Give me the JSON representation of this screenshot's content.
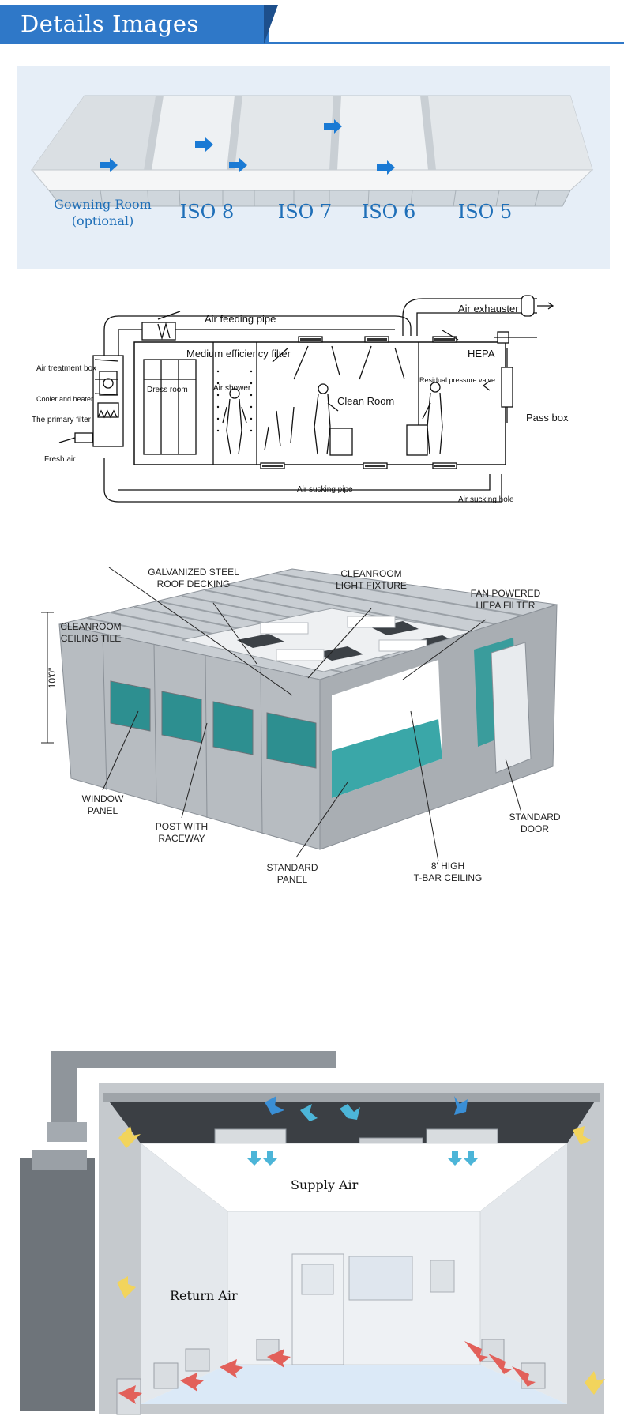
{
  "header": {
    "title": "Details Images"
  },
  "rooms": {
    "gowning_line1": "Gowning Room",
    "gowning_line2": "(optional)",
    "iso8": "ISO 8",
    "iso7": "ISO 7",
    "iso6": "ISO 6",
    "iso5": "ISO 5"
  },
  "airflow": {
    "air_feeding_pipe": "Air feeding pipe",
    "air_exhauster": "Air exhauster",
    "medium_efficiency_filter": "Medium efficiency filter",
    "hepa": "HEPA",
    "air_treatment_box": "Air treatment box",
    "cooler_and_heater": "Cooler and heater",
    "primary_filter": "The primary filter",
    "fresh_air": "Fresh air",
    "dress_room": "Dress room",
    "air_shower": "Air shower",
    "clean_room": "Clean Room",
    "residual_pressure_valve": "Residual pressure valve",
    "pass_box": "Pass box",
    "air_sucking_pipe": "Air sucking pipe",
    "air_sucking_hole": "Air sucking hole"
  },
  "modular": {
    "roof_decking_1": "GALVANIZED STEEL",
    "roof_decking_2": "ROOF DECKING",
    "light_fixture_1": "CLEANROOM",
    "light_fixture_2": "LIGHT FIXTURE",
    "fan_hepa_1": "FAN POWERED",
    "fan_hepa_2": "HEPA FILTER",
    "ceiling_tile_1": "CLEANROOM",
    "ceiling_tile_2": "CEILING TILE",
    "height": "10'0\"",
    "window_panel_1": "WINDOW",
    "window_panel_2": "PANEL",
    "post_raceway_1": "POST WITH",
    "post_raceway_2": "RACEWAY",
    "standard_panel_1": "STANDARD",
    "standard_panel_2": "PANEL",
    "tbar_1": "8' HIGH",
    "tbar_2": "T-BAR CEILING",
    "standard_door_1": "STANDARD",
    "standard_door_2": "DOOR"
  },
  "airflow3d": {
    "supply_air": "Supply Air",
    "return_air": "Return Air"
  },
  "colors": {
    "accent_blue": "#2f78c8",
    "iso_blue": "#1f6fb8",
    "arrow_blue": "#1a7ad4",
    "return_red": "#e2605a",
    "exhaust_yellow": "#f2d45c",
    "supply_cyan": "#4cb5d8"
  }
}
